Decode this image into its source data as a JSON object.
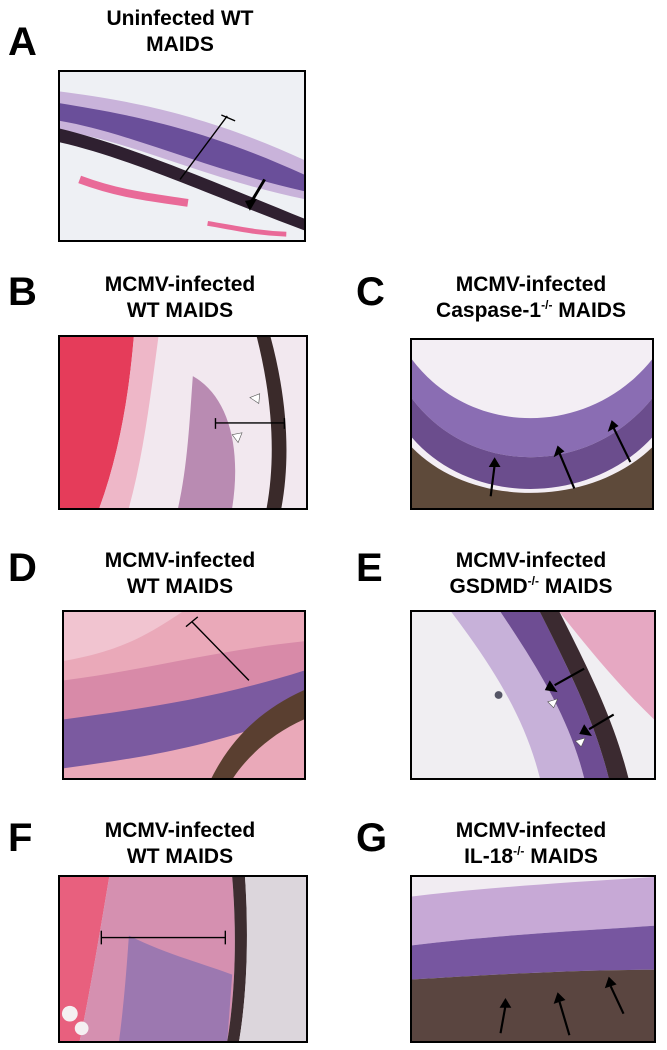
{
  "figure": {
    "panels": [
      {
        "id": "A",
        "title": [
          "Uninfected WT",
          "MAIDS"
        ],
        "sup": null
      },
      {
        "id": "B",
        "title": [
          "MCMV-infected",
          "WT MAIDS"
        ],
        "sup": null
      },
      {
        "id": "C",
        "title": [
          "MCMV-infected",
          "Caspase-1",
          "MAIDS"
        ],
        "sup": "-/-"
      },
      {
        "id": "D",
        "title": [
          "MCMV-infected",
          "WT MAIDS"
        ],
        "sup": null
      },
      {
        "id": "E",
        "title": [
          "MCMV-infected",
          "GSDMD",
          "MAIDS"
        ],
        "sup": "-/-"
      },
      {
        "id": "F",
        "title": [
          "MCMV-infected",
          "WT MAIDS"
        ],
        "sup": null
      },
      {
        "id": "G",
        "title": [
          "MCMV-infected",
          "IL-18",
          "MAIDS"
        ],
        "sup": "-/-"
      }
    ]
  }
}
